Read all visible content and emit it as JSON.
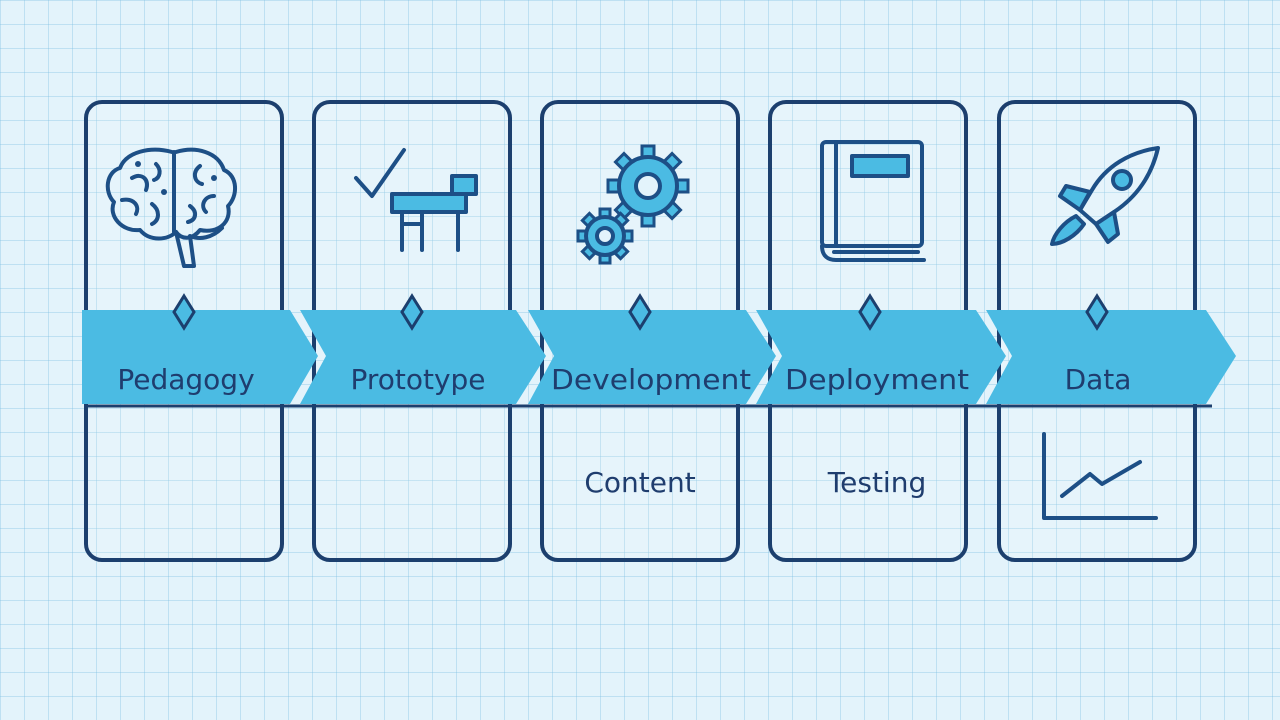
{
  "stages": [
    {
      "label": "Pedagogy",
      "icon": "brain-icon",
      "sub_label": ""
    },
    {
      "label": "Prototype",
      "icon": "checkmark-desk-icon",
      "sub_label": ""
    },
    {
      "label": "Development",
      "icon": "gears-icon",
      "sub_label": "Content"
    },
    {
      "label": "Deployment",
      "icon": "book-icon",
      "sub_label": "Testing"
    },
    {
      "label": "Data",
      "icon": "rocket-icon",
      "sub_label": "",
      "chart_icon": "line-chart-icon"
    }
  ],
  "colors": {
    "background": "#e3f3fb",
    "grid": "#9fd3ec",
    "band": "#4bbbe3",
    "outline": "#1c3f6e",
    "text": "#1f3d6e"
  }
}
